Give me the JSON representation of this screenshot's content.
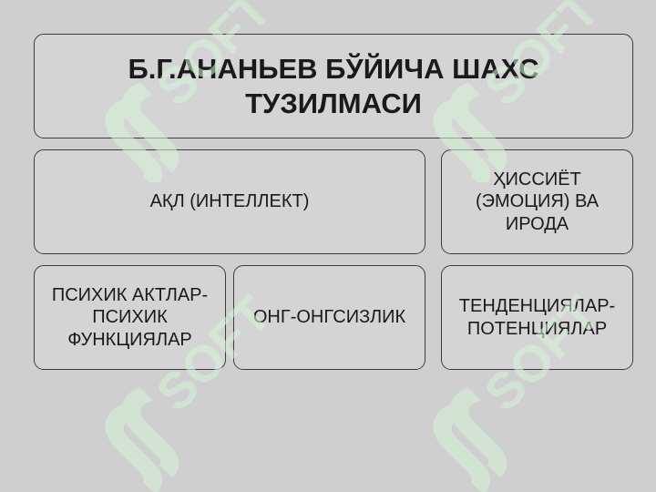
{
  "diagram": {
    "title": "Б.Г.АНАНЬЕВ БЎЙИЧА ШАХС\nТУЗИЛМАСИ",
    "boxes": {
      "intellect": "АҚЛ (ИНТЕЛЛЕКТ)",
      "emotion_will": "ҲИССИЁТ\n(ЭМОЦИЯ) ВА\nИРОДА",
      "psychic_acts": "ПСИХИК АКТЛАР-\nПСИХИК\nФУНКЦИЯЛАР",
      "conscious_unconscious": "ОНГ-ОНГСИЗЛИК",
      "tendencies": "ТЕНДЕНЦИЯЛАР-\nПОТЕНЦИЯЛАР"
    }
  },
  "watermark": {
    "text": "SOFT",
    "icon": "soft-logo-icon",
    "color": "#d8f5d8"
  }
}
